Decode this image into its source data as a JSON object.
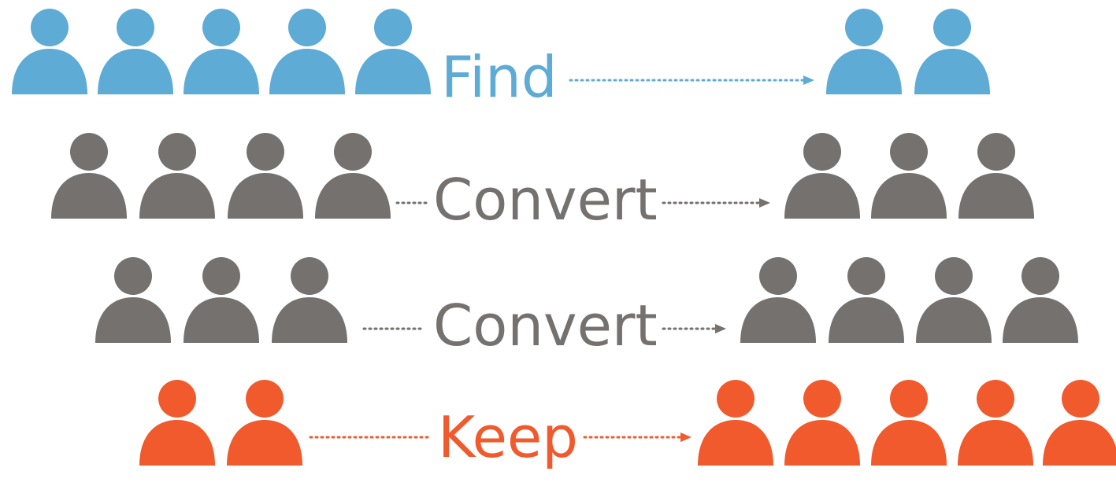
{
  "colors": {
    "find": "#5eabd6",
    "convert": "#74716e",
    "keep": "#f05a2c"
  },
  "rows": [
    {
      "label": "Find",
      "left_count": 5,
      "right_count": 2,
      "color_key": "find"
    },
    {
      "label": "Convert",
      "left_count": 4,
      "right_count": 3,
      "color_key": "convert"
    },
    {
      "label": "Convert",
      "left_count": 3,
      "right_count": 4,
      "color_key": "convert"
    },
    {
      "label": "Keep",
      "left_count": 2,
      "right_count": 5,
      "color_key": "keep"
    }
  ],
  "icons": {
    "person": "person-icon",
    "arrow": "dotted-arrow-icon"
  }
}
